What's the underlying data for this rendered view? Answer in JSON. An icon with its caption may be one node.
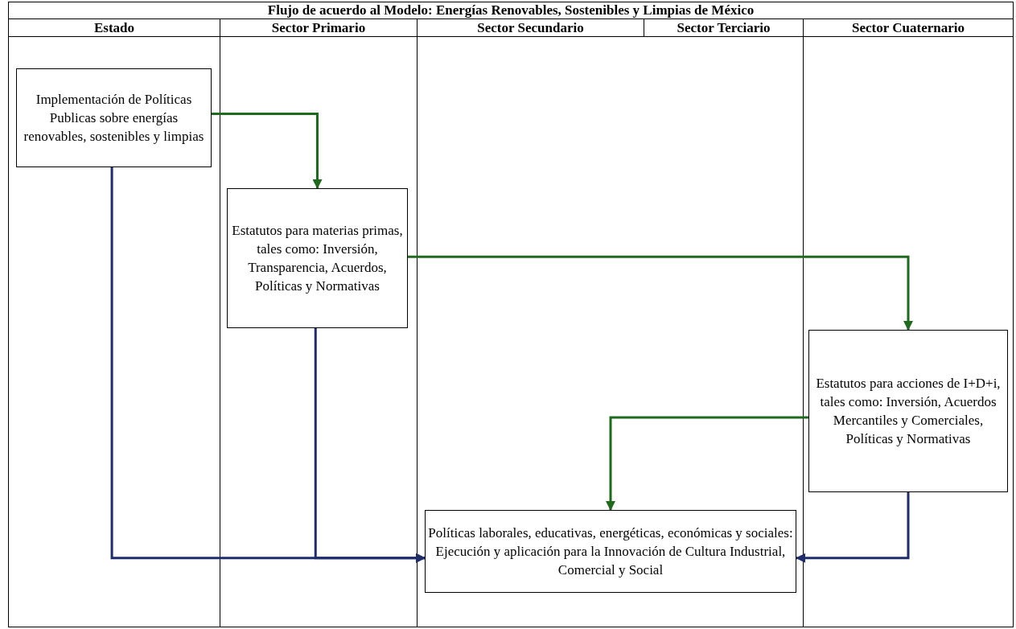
{
  "diagram": {
    "title": "Flujo de acuerdo al Modelo: Energías Renovables, Sostenibles y Limpias de México",
    "nodes": [
      {
        "text": [
          "Implementación de Políticas Publicas sobre energías renovables, sostenibles y limpias"
        ]
      },
      {
        "text": [
          "Estatutos para materias primas, tales como: Inversión, Transparencia, Acuerdos, Políticas y Normativas"
        ]
      },
      {
        "text": [
          "Estatutos para acciones de I+D+i, tales como: Inversión, Acuerdos Mercantiles y Comerciales, Políticas y Normativas"
        ]
      },
      {
        "text": [
          "Políticas laborales, educativas, energéticas, económicas y sociales: Ejecución y aplicación para la Innovación de Cultura Industrial, Comercial y Social"
        ]
      }
    ],
    "edges": [
      {
        "from": 0,
        "to": 1,
        "arrow": "to",
        "color": "#1e6b1e"
      },
      {
        "from": 1,
        "to": 2,
        "arrow": "to",
        "color": "#1e6b1e"
      },
      {
        "from": 2,
        "to": 3,
        "arrow": "to",
        "color": "#1e6b1e"
      },
      {
        "from": 0,
        "to": 3,
        "arrow": "to",
        "color": "#1f2d6b"
      },
      {
        "from": 1,
        "to": 3,
        "arrow": "to",
        "color": "#1f2d6b"
      },
      {
        "from": 2,
        "to": 3,
        "arrow": "to",
        "color": "#1f2d6b"
      }
    ],
    "labels": [
      "Estado",
      "Sector Primario",
      "Sector Secundario",
      "Sector Terciario",
      "Sector Cuaternario"
    ]
  }
}
